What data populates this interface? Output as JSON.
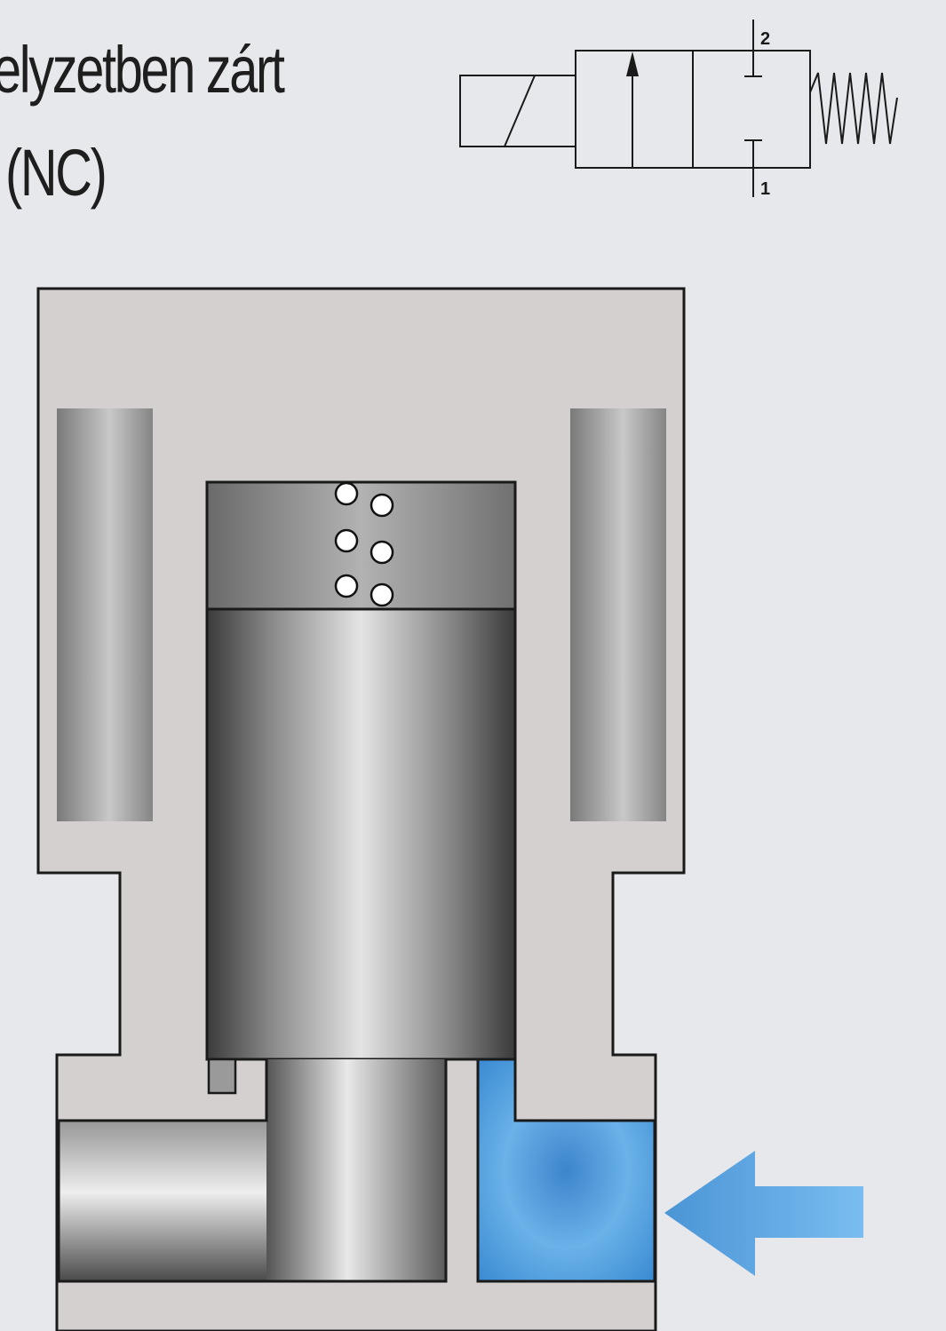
{
  "title": {
    "line1": "elyzetben zárt",
    "line2": "(NC)"
  },
  "symbol": {
    "port_top": "2",
    "port_bottom": "1"
  },
  "colors": {
    "background": "#e6e8eb",
    "valve_body": "#d3d0cf",
    "outline": "#1a1a1a",
    "fluid": "#4a96d6",
    "arrow": "#5aa6e0"
  },
  "icons": {
    "flow_arrow": "arrow-left-icon",
    "bubbles": "bubble-icon"
  }
}
